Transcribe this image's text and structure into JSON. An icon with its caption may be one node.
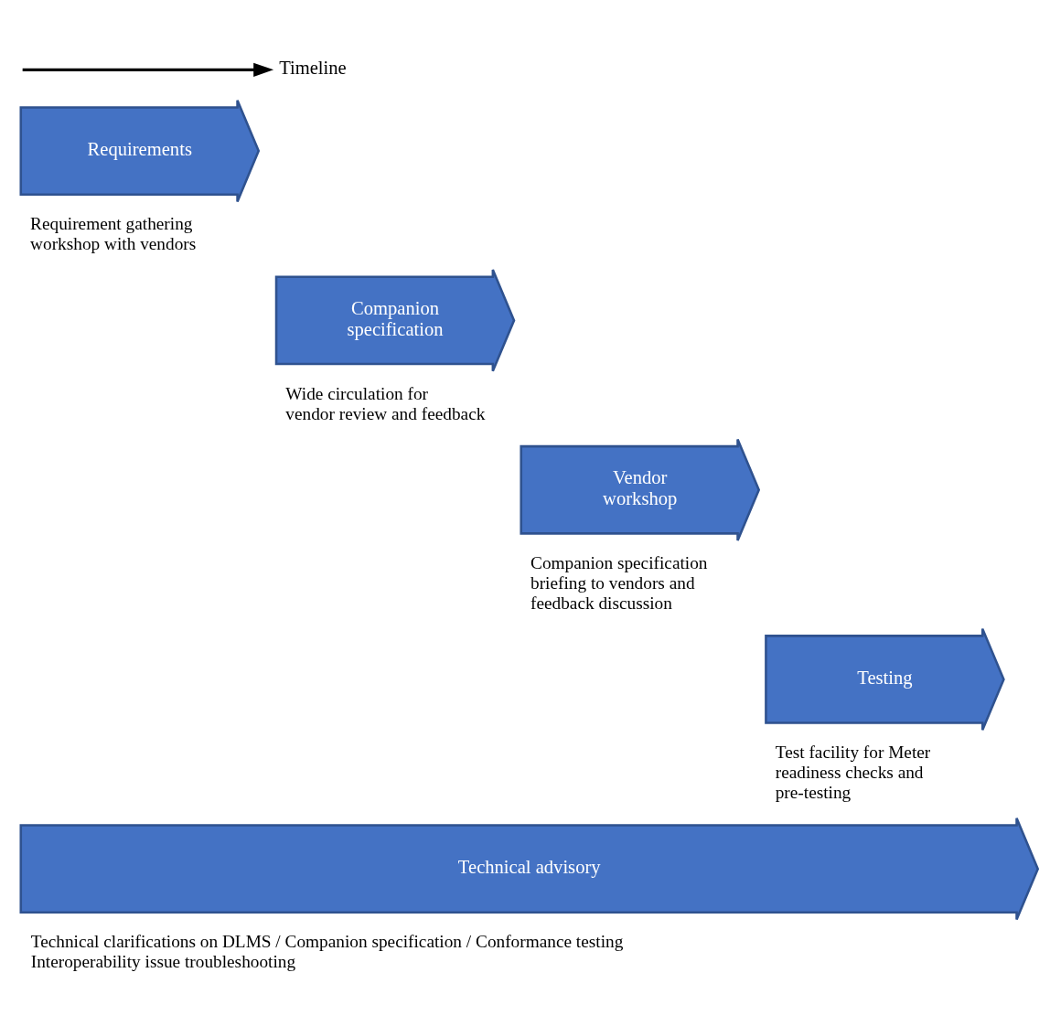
{
  "diagram": {
    "nodes": [
      {
        "text": [
          "Requirements"
        ],
        "beside": [
          "Requirement gathering workshop with vendors"
        ]
      },
      {
        "text": [
          "Companion specification"
        ],
        "beside": [
          "Wide circulation for vendor review and feedback"
        ]
      },
      {
        "text": [
          "Vendor workshop"
        ],
        "beside": [
          "Companion specification briefing to vendors and feedback discussion"
        ]
      },
      {
        "text": [
          "Testing"
        ],
        "beside": [
          "Test facility for Meter readiness checks and pre-testing"
        ]
      },
      {
        "text": [
          "Technical advisory"
        ],
        "beside": [
          "Technical clarifications on DLMS / Companion specification / Conformance testing",
          "Interoperability issue troubleshooting"
        ]
      }
    ],
    "labels": [
      "Timeline"
    ]
  }
}
